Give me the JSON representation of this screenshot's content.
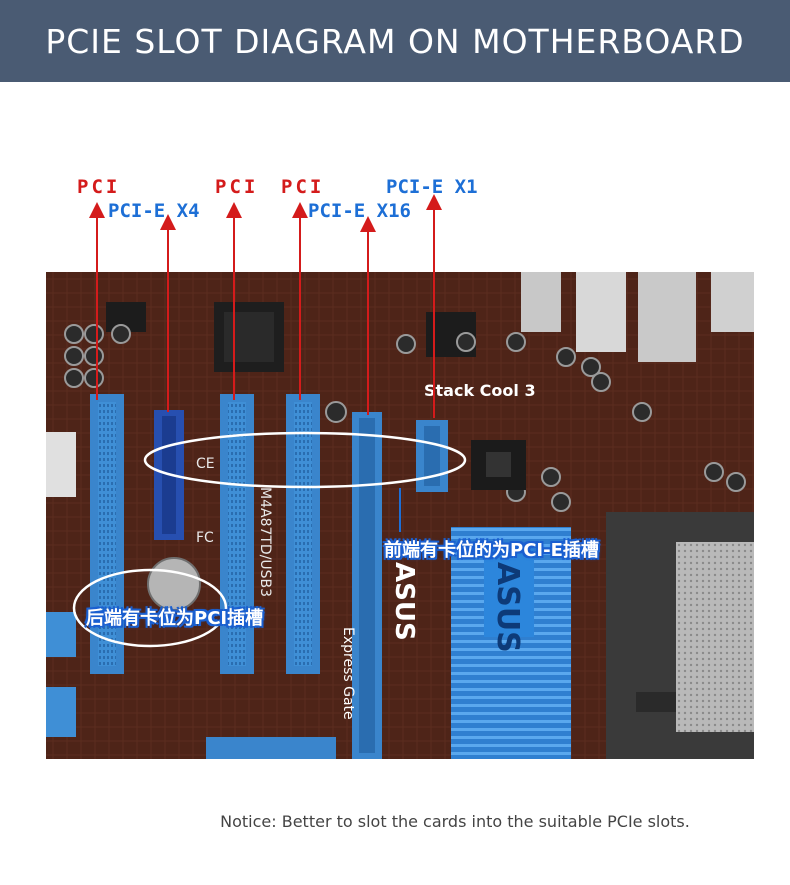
{
  "header": {
    "title": "PCIE SLOT DIAGRAM ON MOTHERBOARD"
  },
  "labels": {
    "pci_1": "PCI",
    "pci_2": "PCI",
    "pci_3": "PCI",
    "pcie_x4": "PCI-E X4",
    "pcie_x16": "PCI-E X16",
    "pcie_x1": "PCI-E X1"
  },
  "annotations": {
    "front_notch": "前端有卡位的为PCI-E插槽",
    "rear_notch": "后端有卡位为PCI插槽"
  },
  "board_text": {
    "stack_cool": "Stack Cool 3",
    "express_gate": "Express Gate",
    "asus": "ASUS"
  },
  "footer": {
    "notice": "Notice: Better to slot the cards into the suitable PCIe slots."
  },
  "colors": {
    "banner": "#4a5b73",
    "pci_label": "#d41b1b",
    "pcie_label": "#1d6fd6",
    "arrow": "#d41b1b",
    "slot_blue": "#3f8fd6",
    "pcb": "#4e2418"
  }
}
